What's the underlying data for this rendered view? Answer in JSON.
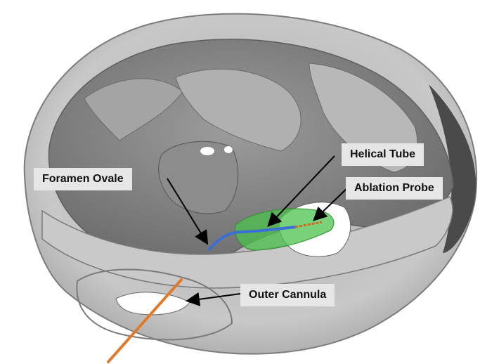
{
  "figure": {
    "labels": {
      "helical_tube": "Helical Tube",
      "ablation_probe": "Ablation Probe",
      "foramen_ovale": "Foramen Ovale",
      "outer_cannula": "Outer Cannula"
    },
    "colors": {
      "background": "#ffffff",
      "skull": "#bdbdbd",
      "skull_dark": "#5a5a5a",
      "label_box": "#e6e6e6",
      "helical_tube": "#3c6fd6",
      "ablation_probe_region": "#4cc24c",
      "outer_cannula": "#e07a2a",
      "arrow": "#000000"
    }
  }
}
